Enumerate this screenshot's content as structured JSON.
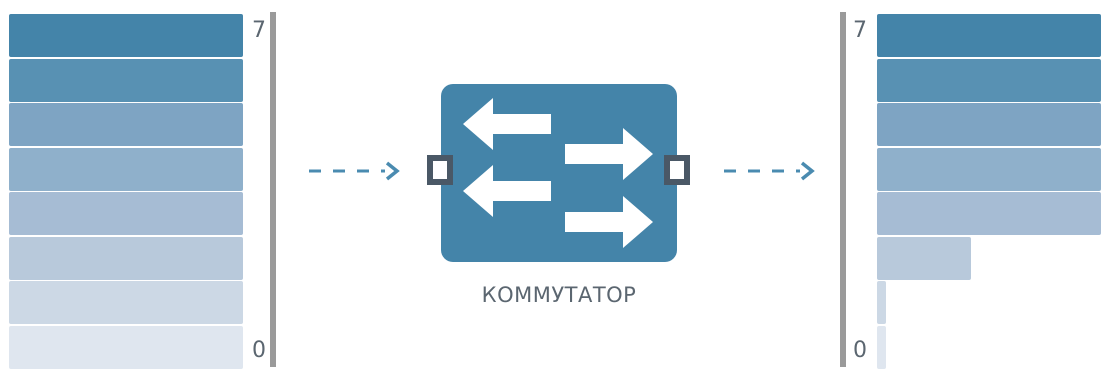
{
  "left_queue": {
    "top_label": "7",
    "bottom_label": "0",
    "levels": [
      {
        "level": 7,
        "fill": 1.0,
        "color": "#4484a9"
      },
      {
        "level": 6,
        "fill": 1.0,
        "color": "#5891b3"
      },
      {
        "level": 5,
        "fill": 1.0,
        "color": "#7ea4c3"
      },
      {
        "level": 4,
        "fill": 1.0,
        "color": "#8fb0cb"
      },
      {
        "level": 3,
        "fill": 1.0,
        "color": "#a6bcd4"
      },
      {
        "level": 2,
        "fill": 1.0,
        "color": "#b8c9db"
      },
      {
        "level": 1,
        "fill": 1.0,
        "color": "#ccd8e5"
      },
      {
        "level": 0,
        "fill": 1.0,
        "color": "#dfe6ef"
      }
    ]
  },
  "right_queue": {
    "top_label": "7",
    "bottom_label": "0",
    "levels": [
      {
        "level": 7,
        "fill": 1.0,
        "color": "#4484a9"
      },
      {
        "level": 6,
        "fill": 1.0,
        "color": "#5891b3"
      },
      {
        "level": 5,
        "fill": 1.0,
        "color": "#7ea4c3"
      },
      {
        "level": 4,
        "fill": 1.0,
        "color": "#8fb0cb"
      },
      {
        "level": 3,
        "fill": 1.0,
        "color": "#a6bcd4"
      },
      {
        "level": 2,
        "fill": 0.42,
        "color": "#b8c9db"
      },
      {
        "level": 1,
        "fill": 0.04,
        "color": "#ccd8e5"
      },
      {
        "level": 0,
        "fill": 0.04,
        "color": "#dfe6ef"
      }
    ]
  },
  "switch": {
    "label": "КОММУТАТОР",
    "color": "#4484a9",
    "icon": "switch-arrows-icon"
  },
  "colors": {
    "axis_line": "#9a9a9a",
    "flow_arrow": "#4a8bb0",
    "port_border": "#4a5866",
    "label_text": "#5b6670"
  }
}
